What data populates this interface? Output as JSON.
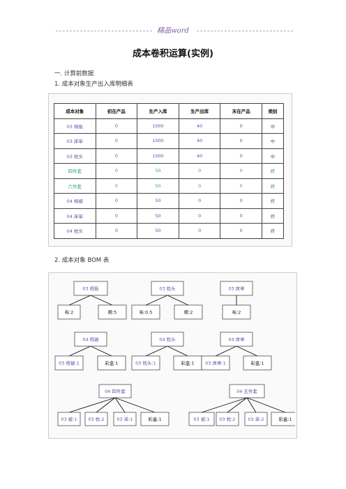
{
  "header": {
    "text": "精品word"
  },
  "title": "成本卷积运算(实例)",
  "section1": "一. 计算前数据",
  "section1_item": "1.   成本对象生产出入库明细表",
  "section2_item": "2.   成本对象 BOM 表",
  "table": {
    "headers": [
      "成本对象",
      "初在产品",
      "生产入库",
      "生产出库",
      "末在产品",
      "类别"
    ],
    "rows": [
      {
        "cells": [
          "03 椅板",
          "0",
          "1000",
          "40",
          "0",
          "中"
        ],
        "tone": "purple"
      },
      {
        "cells": [
          "03 床单",
          "0",
          "1000",
          "40",
          "0",
          "中"
        ],
        "tone": "purple"
      },
      {
        "cells": [
          "03 枕头",
          "0",
          "1000",
          "40",
          "0",
          "中"
        ],
        "tone": "purple"
      },
      {
        "cells": [
          "四件套",
          "0",
          "50",
          "0",
          "0",
          "终"
        ],
        "tone": "green"
      },
      {
        "cells": [
          "六件套",
          "0",
          "50",
          "0",
          "0",
          "终"
        ],
        "tone": "green"
      },
      {
        "cells": [
          "04 椅被",
          "0",
          "50",
          "0",
          "0",
          "终"
        ],
        "tone": "purple"
      },
      {
        "cells": [
          "04 床单",
          "0",
          "50",
          "0",
          "0",
          "终"
        ],
        "tone": "purple"
      },
      {
        "cells": [
          "04 枕头",
          "0",
          "50",
          "0",
          "0",
          "终"
        ],
        "tone": "purple"
      }
    ]
  },
  "bom": {
    "n1": "03 椅板",
    "n1a": "布:2",
    "n1b": "棉:5",
    "n2": "03 枕头",
    "n2a": "布:0.5",
    "n2b": "棉:2",
    "n3": "03 床单",
    "n3a": "布:2",
    "n4": "04 椅被",
    "n4a": "03 椅被:1",
    "n4b": "彩盒:1",
    "n5": "04 枕头",
    "n5a": "03 枕头:1",
    "n5b": "彩盒:1",
    "n6": "04 床单",
    "n6a": "03 床单:1",
    "n6b": "彩盒:1",
    "n7": "04 四件套",
    "n7a": "03 被:1",
    "n7b": "03 枕:2",
    "n7c": "03 单:1",
    "n7d": "彩盒:1",
    "n8": "04 五件套",
    "n8a": "03 被:1",
    "n8b": "03 枕:2",
    "n8c": "03 单:2",
    "n8d": "彩盒:1"
  }
}
